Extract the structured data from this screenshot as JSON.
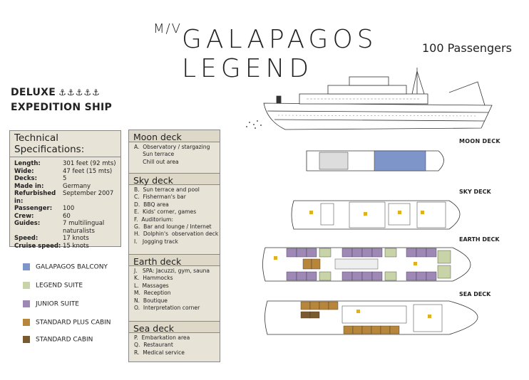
{
  "header": {
    "prefix": "M/V",
    "ship_name": "GALAPAGOS LEGEND",
    "passengers": "100 Passengers"
  },
  "ship_type": {
    "line1": "DELUXE",
    "anchors": "⚓⚓⚓⚓⚓",
    "line2": "EXPEDITION SHIP"
  },
  "specs": {
    "title": "Technical Specifications:",
    "rows": [
      {
        "k": "Length:",
        "v": "301 feet (92 mts)"
      },
      {
        "k": "Wide:",
        "v": "47 feet (15 mts)"
      },
      {
        "k": "Decks:",
        "v": "5"
      },
      {
        "k": "Made in:",
        "v": "Germany"
      },
      {
        "k": "Refurbished in:",
        "v": "September 2007"
      },
      {
        "k": "Passenger:",
        "v": "100"
      },
      {
        "k": "Crew:",
        "v": "60"
      },
      {
        "k": "Guides:",
        "v": "7 multilingual naturalists"
      },
      {
        "k": "Speed:",
        "v": "17 knots"
      },
      {
        "k": "Cruise speed:",
        "v": "15 knots"
      }
    ]
  },
  "legend": [
    {
      "label": "GALAPAGOS BALCONY",
      "color": "#7d95c9"
    },
    {
      "label": "LEGEND SUITE",
      "color": "#c8d3a7"
    },
    {
      "label": "JUNIOR SUITE",
      "color": "#9d88b6"
    },
    {
      "label": "STANDARD PLUS CABIN",
      "color": "#b8863a"
    },
    {
      "label": "STANDARD CABIN",
      "color": "#7a5a2e"
    }
  ],
  "decks": [
    {
      "name": "Moon deck",
      "items": [
        "A.  Observatory / stargazing",
        "     Sun terrace",
        "     Chill out area"
      ]
    },
    {
      "name": "Sky deck",
      "items": [
        "B.  Sun terrace and pool",
        "C.  Fisherman's bar",
        "D.  BBQ area",
        "E.  Kids' corner, games",
        "F.  Auditorium:",
        "G.  Bar and lounge / Internet",
        "H.  Dolphin's  observation deck",
        "I.   Jogging track"
      ]
    },
    {
      "name": "Earth deck",
      "items": [
        "J.   SPA: Jacuzzi, gym, sauna",
        "K.  Hammocks",
        "L.  Massages",
        "M.  Reception",
        "N.  Boutique",
        "O.  Interpretation corner"
      ]
    },
    {
      "name": "Sea deck",
      "items": [
        "P.  Embarkation area",
        "Q.  Restaurant",
        "R.  Medical service"
      ]
    }
  ],
  "deck_labels": {
    "moon": "MOON DECK",
    "sky": "SKY DECK",
    "earth": "EARTH DECK",
    "sea": "SEA DECK"
  }
}
